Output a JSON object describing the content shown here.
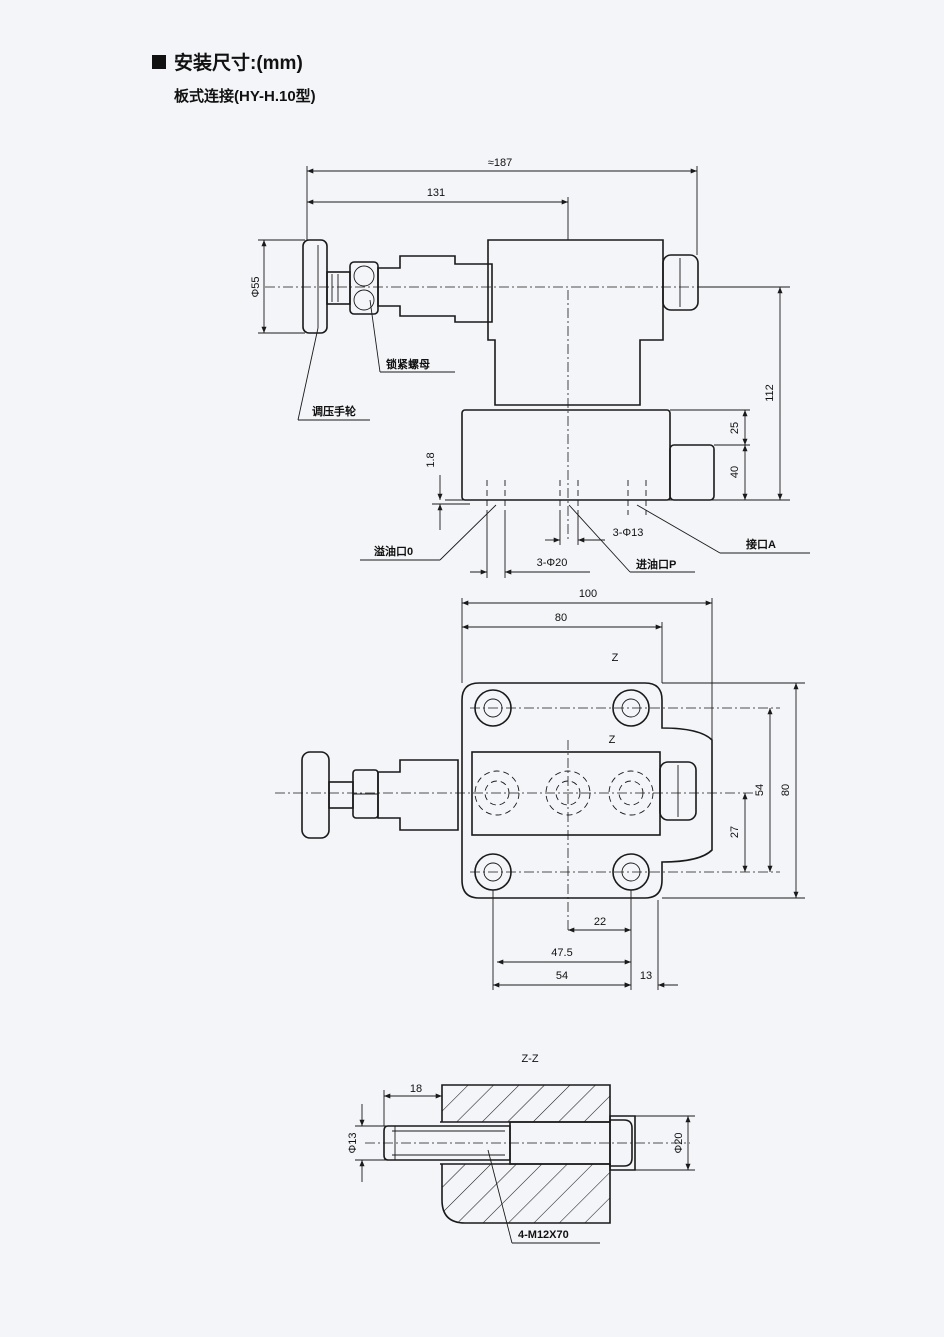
{
  "header": {
    "title": "安装尺寸:(mm)",
    "subtitle": "板式连接(HY-H.10型)"
  },
  "side_view": {
    "dims": {
      "overall_length": "≈187",
      "length_131": "131",
      "handwheel_dia": "Φ55",
      "height_112": "112",
      "dim_25": "25",
      "dim_40": "40",
      "dim_1_8": "1.8",
      "ports_dia": "3-Φ13",
      "ports_counterbore": "3-Φ20"
    },
    "labels": {
      "lock_nut": "锁紧螺母",
      "handwheel": "调压手轮",
      "overflow_port": "溢油口0",
      "inlet_port": "进油口P",
      "port_a": "接口A"
    }
  },
  "top_view": {
    "section_mark_top": "Z",
    "section_mark_mid": "Z",
    "dims": {
      "width_100": "100",
      "width_80": "80",
      "height_54": "54",
      "height_80": "80",
      "dim_27": "27",
      "dim_22": "22",
      "dim_47_5": "47.5",
      "dim_54": "54",
      "dim_13": "13"
    }
  },
  "section_view": {
    "title": "Z-Z",
    "dims": {
      "depth_18": "18",
      "dia_13": "Φ13",
      "dia_20": "Φ20"
    },
    "bolt_label": "4-M12X70"
  }
}
